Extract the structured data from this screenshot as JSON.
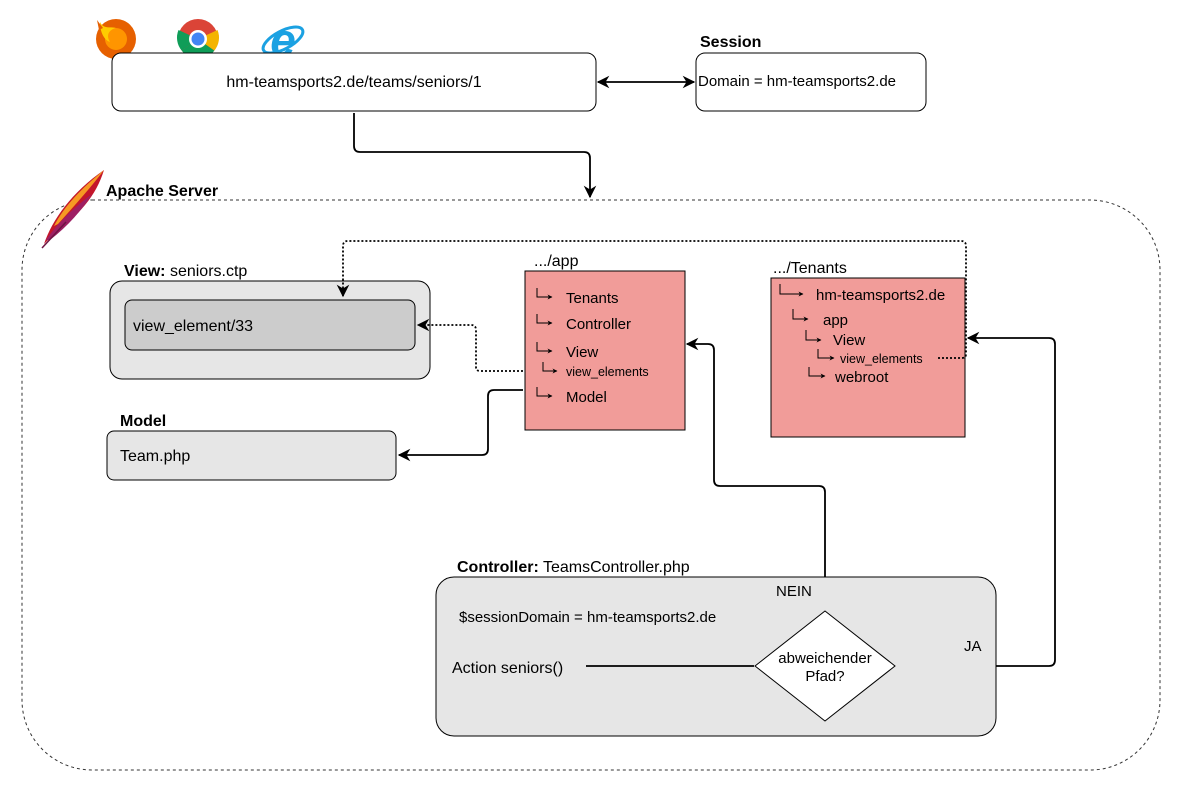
{
  "browser": {
    "icons": [
      "firefox-icon",
      "chrome-icon",
      "internet-explorer-icon"
    ],
    "url": "hm-teamsports2.de/teams/seniors/1"
  },
  "session": {
    "title": "Session",
    "content": "Domain = hm-teamsports2.de"
  },
  "apache": {
    "icon": "apache-feather-icon",
    "title": "Apache Server"
  },
  "view": {
    "title_bold": "View:",
    "title_rest": " seniors.ctp",
    "element": "view_element/33"
  },
  "model": {
    "title": "Model",
    "file": "Team.php"
  },
  "app": {
    "title": ".../app",
    "items": [
      "Tenants",
      "Controller",
      "View",
      "view_elements",
      "Model"
    ]
  },
  "tenants": {
    "title": ".../Tenants",
    "items": [
      "hm-teamsports2.de",
      "app",
      "View",
      "view_elements",
      "webroot"
    ]
  },
  "controller": {
    "title_bold": "Controller:",
    "title_rest": " TeamsController.php",
    "session_domain": "$sessionDomain = hm-teamsports2.de",
    "action": "Action seniors()",
    "decision_line1": "abweichender",
    "decision_line2": "Pfad?",
    "no_label": "NEIN",
    "yes_label": "JA"
  },
  "colors": {
    "folder_fill": "#f19c99",
    "box_fill": "#e6e6e6",
    "inner_fill": "#cccccc",
    "line": "#000000"
  }
}
